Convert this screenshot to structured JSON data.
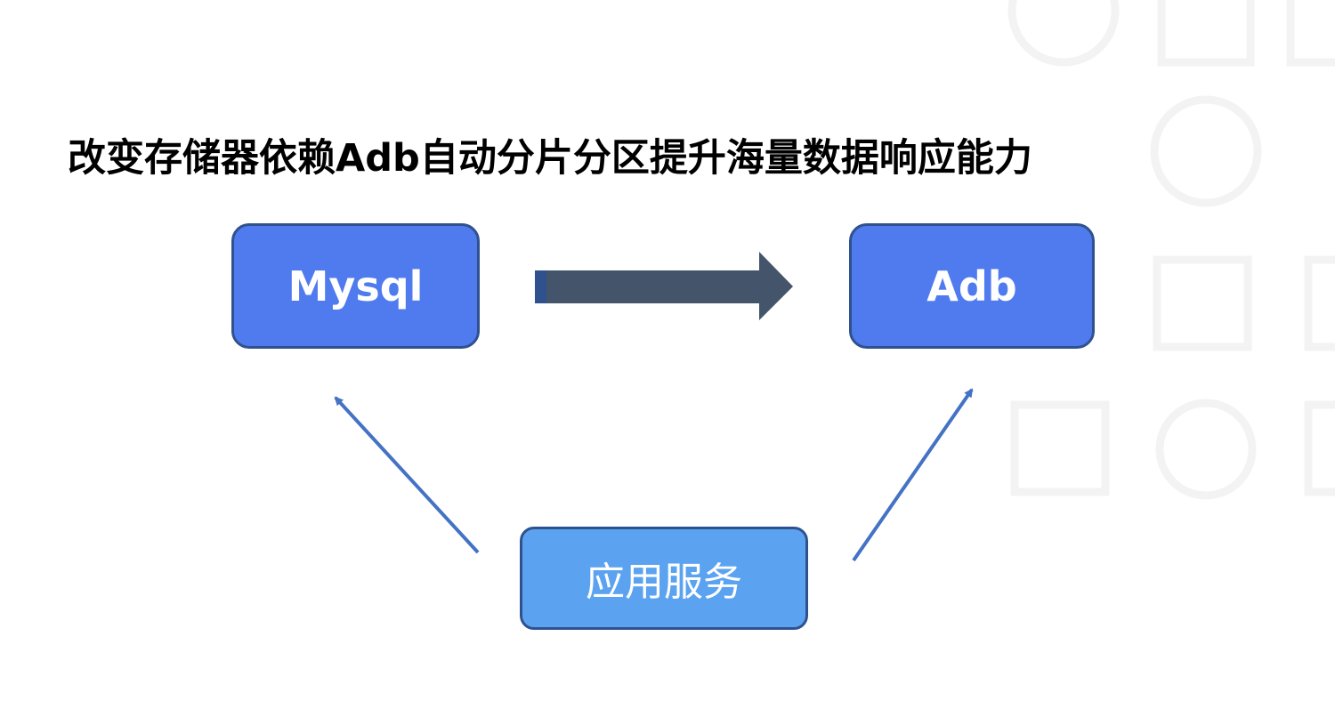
{
  "diagram": {
    "title": "改变存储器依赖Adb自动分片分区提升海量数据响应能力",
    "nodes": {
      "mysql": {
        "label": "Mysql"
      },
      "adb": {
        "label": "Adb"
      },
      "app": {
        "label": "应用服务"
      }
    },
    "edges": [
      {
        "from": "mysql",
        "to": "adb",
        "style": "block-arrow"
      },
      {
        "from": "app",
        "to": "mysql",
        "style": "line-arrow"
      },
      {
        "from": "app",
        "to": "adb",
        "style": "line-arrow"
      }
    ],
    "colors": {
      "primary_node_fill": "#4f7bef",
      "secondary_node_fill": "#5ba3f0",
      "node_border": "#2f528f",
      "block_arrow_fill": "#44546a",
      "line_arrow": "#4472c4",
      "decoration": "#f2f2f2"
    }
  }
}
